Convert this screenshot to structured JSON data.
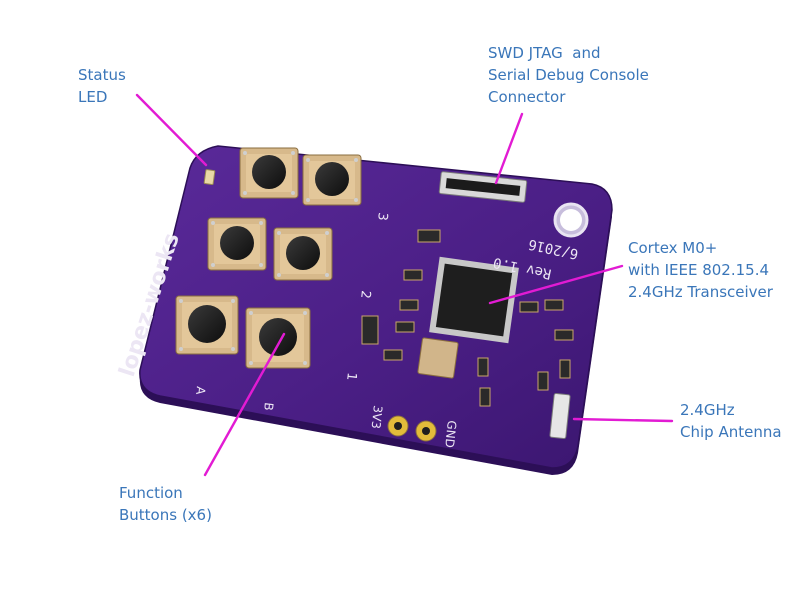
{
  "callouts": {
    "status_led": "Status\nLED",
    "swd_connector": "SWD JTAG  and\nSerial Debug Console\nConnector",
    "cortex_mcu": "Cortex M0+\nwith IEEE 802.15.4\n2.4GHz Transceiver",
    "antenna": "2.4GHz\nChip Antenna",
    "buttons": "Function\nButtons (x6)"
  },
  "board": {
    "silkscreen_brand": "lopez-works",
    "silkscreen_rev": "Rev 1.0",
    "silkscreen_date": "6/2016",
    "pin_label_left": "3V3",
    "pin_label_right": "GND",
    "button_numbers": [
      "1",
      "2",
      "3"
    ],
    "button_letters": [
      "A",
      "B"
    ]
  },
  "colors": {
    "label_text": "#3a76b9",
    "leader_line": "#e21bd3",
    "pcb": "#4b1f86",
    "pcb_edge": "#2c0f57",
    "silkscreen": "#ece6f4"
  }
}
